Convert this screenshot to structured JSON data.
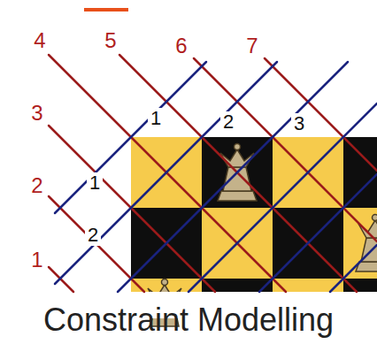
{
  "diagram": {
    "caption": "Constraint Modelling",
    "labels": [
      "4",
      "5",
      "6",
      "7",
      "3",
      "1",
      "2",
      "3",
      "1",
      "2",
      "2",
      "1"
    ]
  }
}
